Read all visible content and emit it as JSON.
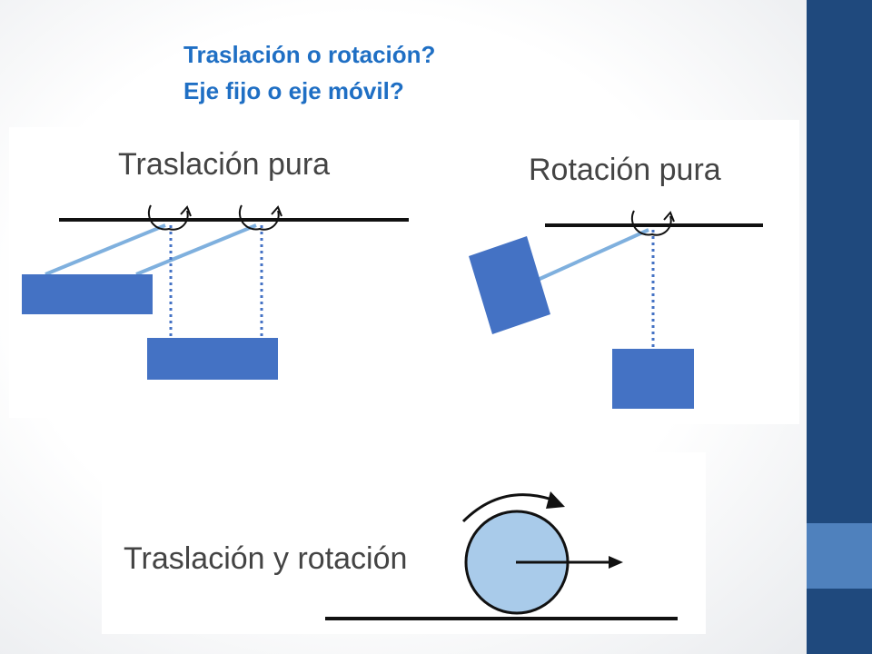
{
  "title": {
    "line1": "Traslación o rotación?",
    "line2": "Eje fijo o eje móvil?"
  },
  "panels": {
    "translation": {
      "label": "Traslación pura"
    },
    "rotation": {
      "label": "Rotación pura"
    },
    "combined": {
      "label": "Traslación y rotación"
    }
  },
  "colors": {
    "title": "#1f6fc4",
    "block": "#4472c4",
    "rod": "#7fb0de",
    "wheel": "#a9cbea",
    "sidebar": "#1f497d",
    "sidebar_accent": "#4f81bd"
  }
}
